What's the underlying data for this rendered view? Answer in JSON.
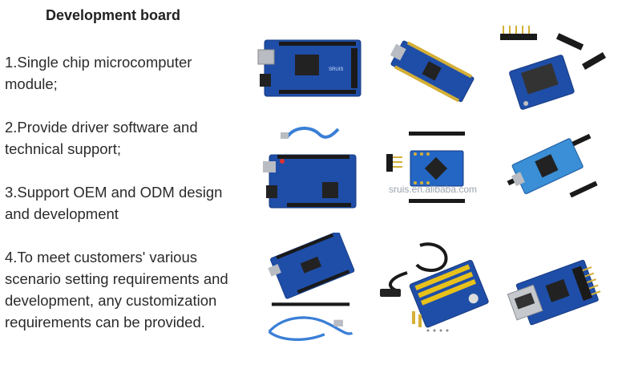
{
  "heading": "Development board",
  "points": [
    "1.Single chip microcomputer module;",
    "2.Provide driver software and technical support;",
    "3.Support OEM and ODM design and development",
    "4.To meet customers' various scenario setting requirements and development, any customization requirements can be provided."
  ],
  "watermark": "sruis.en.alibaba.com",
  "colors": {
    "board_blue": "#1f4ea8",
    "board_dark": "#163a80",
    "header_black": "#1a1a1a",
    "chip": "#222222",
    "cable_blue": "#3a7fd6",
    "gold": "#d4af37"
  },
  "images": [
    "mega-board-image",
    "nano-board-image",
    "esp-mini-board-image",
    "uno-board-with-cable-image",
    "pro-mini-board-image",
    "ch340-adapter-image",
    "uno-r3-board-with-cable-image",
    "expansion-shield-image",
    "ethernet-module-image"
  ]
}
